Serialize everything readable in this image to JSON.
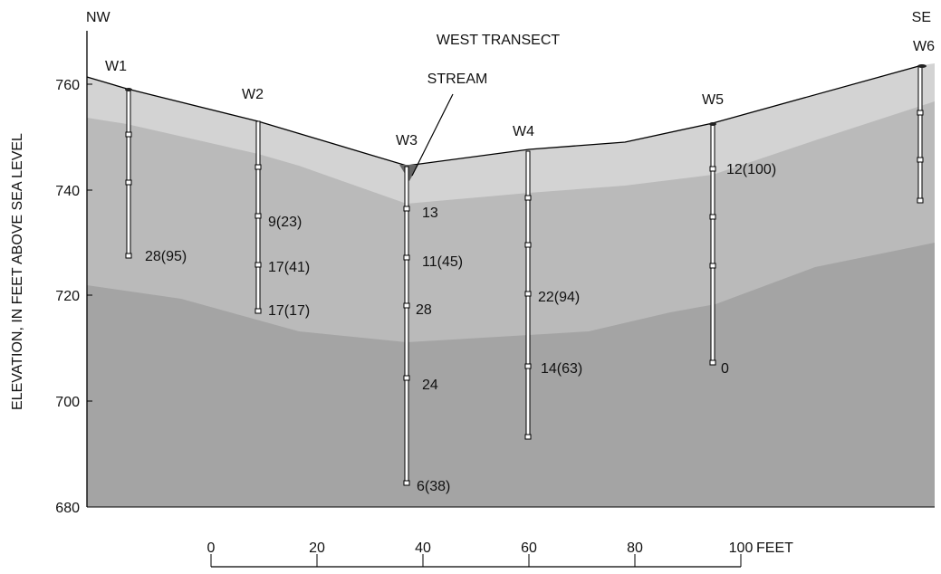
{
  "title": "WEST TRANSECT",
  "direction_left": "NW",
  "direction_right": "SE",
  "stream_label": "STREAM",
  "y_axis": {
    "label": "ELEVATION, IN FEET ABOVE SEA LEVEL",
    "ticks": [
      "760",
      "740",
      "720",
      "700",
      "680"
    ]
  },
  "scale_bar": {
    "ticks": [
      "0",
      "20",
      "40",
      "60",
      "80",
      "100"
    ],
    "unit": "FEET"
  },
  "colors": {
    "layer_top": "#d3d3d3",
    "layer_middle": "#bababa",
    "layer_bottom": "#a4a4a4",
    "stream_marker": "#666666"
  },
  "wells": [
    {
      "id": "W1",
      "port_labels": [
        "28(95)"
      ]
    },
    {
      "id": "W2",
      "port_labels": [
        "9(23)",
        "17(41)",
        "17(17)"
      ]
    },
    {
      "id": "W3",
      "port_labels": [
        "13",
        "11(45)",
        "28",
        "24",
        "6(38)"
      ]
    },
    {
      "id": "W4",
      "port_labels": [
        "22(94)",
        "14(63)"
      ]
    },
    {
      "id": "W5",
      "port_labels": [
        "12(100)",
        "0"
      ]
    },
    {
      "id": "W6",
      "port_labels": []
    }
  ]
}
